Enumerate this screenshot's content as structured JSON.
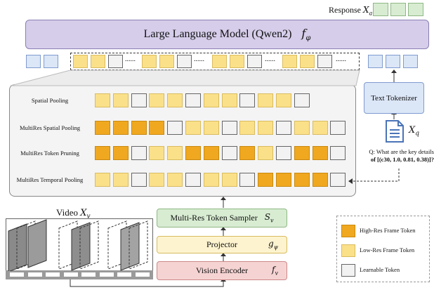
{
  "response": {
    "label": "Response",
    "symbol": "X",
    "sub": "a"
  },
  "llm": {
    "label": "Large Language Model (Qwen2)",
    "symbol": "f",
    "sub": "φ"
  },
  "dots": "......",
  "pooling_rows": [
    {
      "label": "Spatial Pooling",
      "tokens": [
        "lo",
        "lo",
        "lt",
        "lo",
        "lo",
        "lt",
        "lo",
        "lo",
        "lt",
        "lo",
        "lo",
        "lt"
      ]
    },
    {
      "label": "MultiRes Spatial Pooling",
      "tokens": [
        "hi",
        "hi",
        "hi",
        "hi",
        "lt",
        "lo",
        "lo",
        "lt",
        "lo",
        "lo",
        "lt",
        "lo",
        "lo",
        "lt"
      ]
    },
    {
      "label": "MultiRes Token Pruning",
      "tokens": [
        "hi",
        "hi",
        "lt",
        "lo",
        "lo",
        "hi",
        "hi",
        "lt",
        "hi",
        "lo",
        "lt",
        "hi",
        "hi",
        "lt"
      ]
    },
    {
      "label": "MultiRes Temporal Pooling",
      "tokens": [
        "lo",
        "lo",
        "lt",
        "lo",
        "lo",
        "lt",
        "lo",
        "lo",
        "lt",
        "hi",
        "hi",
        "hi",
        "hi",
        "lt"
      ]
    }
  ],
  "text_tokenizer": {
    "label": "Text Tokenizer"
  },
  "query": {
    "symbol": "X",
    "sub": "q",
    "line1": "Q: What are the key details",
    "line2": "of [(c30, 1.0, 0.81, 0.38)]?"
  },
  "video": {
    "label": "Video",
    "symbol": "X",
    "sub": "v"
  },
  "sampler": {
    "label": "Multi-Res Token Sampler",
    "symbol": "S",
    "sub": "v"
  },
  "projector": {
    "label": "Projector",
    "symbol": "g",
    "sub": "ψ"
  },
  "encoder": {
    "label": "Vision Encoder",
    "symbol": "f",
    "sub": "v"
  },
  "legend": {
    "items": [
      {
        "label": "High-Res Frame Token",
        "kind": "hi"
      },
      {
        "label": "Low-Res Frame Token",
        "kind": "lo"
      },
      {
        "label": "Learnable Token",
        "kind": "lt"
      }
    ]
  },
  "colors": {
    "high_res": "#f0a820",
    "low_res": "#fbe08a",
    "learnable": "#f2f2f2",
    "text_token": "#dbe6f7",
    "response_token": "#d8ecd2",
    "llm": "#d6cdea",
    "sampler": "#d8ecd2",
    "projector": "#fdf3cf",
    "encoder": "#f6d3d3"
  }
}
